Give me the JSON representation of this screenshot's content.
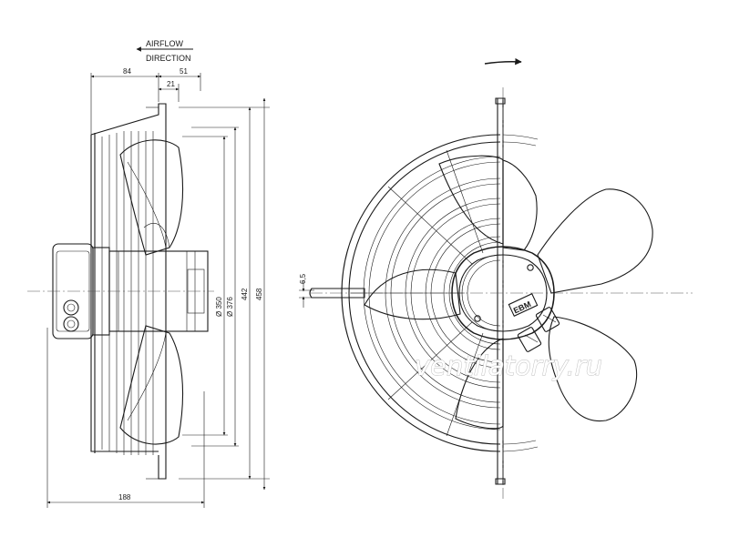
{
  "airflow": {
    "line1": "AIRFLOW",
    "line2": "DIRECTION"
  },
  "dims": {
    "d84": "84",
    "d51": "51",
    "d21": "21",
    "d188": "188",
    "d350": "Ø 350",
    "d376": "Ø 376",
    "d442": "442",
    "d458": "458",
    "d65": "6,5"
  },
  "watermark": "ventilatorry.ru",
  "nameplate": "EBM",
  "colors": {
    "line": "#1a1a1a",
    "centerline": "#555555",
    "watermark_stroke": "#b8b8b8"
  }
}
